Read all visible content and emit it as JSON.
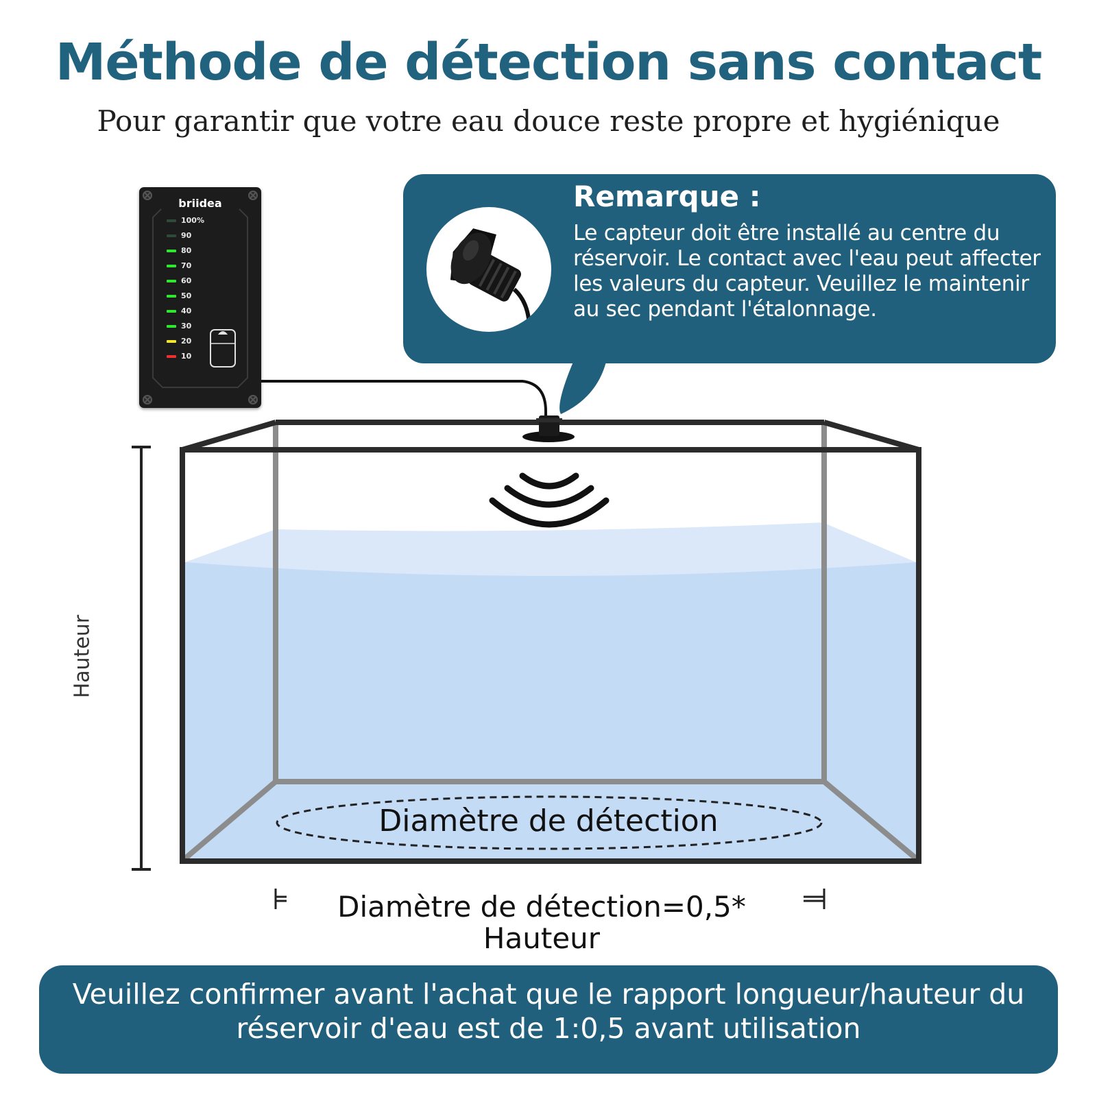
{
  "header": {
    "title": "Méthode de détection sans contact",
    "subtitle": "Pour garantir que votre eau douce reste propre et hygiénique"
  },
  "remark": {
    "title": "Remarque :",
    "text": "Le capteur doit être installé au centre du réservoir. Le contact avec l'eau peut affecter les valeurs du capteur. Veuillez le maintenir au sec pendant l'étalonnage."
  },
  "device": {
    "brand": "briidea",
    "levels": [
      {
        "label": "100%",
        "color": "#2f4a3a"
      },
      {
        "label": "90",
        "color": "#2f4a3a"
      },
      {
        "label": "80",
        "color": "#2ee82e"
      },
      {
        "label": "70",
        "color": "#2ee82e"
      },
      {
        "label": "60",
        "color": "#2ee82e"
      },
      {
        "label": "50",
        "color": "#2ee82e"
      },
      {
        "label": "40",
        "color": "#2ee82e"
      },
      {
        "label": "30",
        "color": "#2ee82e"
      },
      {
        "label": "20",
        "color": "#f2e52b"
      },
      {
        "label": "10",
        "color": "#f03030"
      }
    ]
  },
  "diagram": {
    "height_label": "Hauteur",
    "detection_diameter_label": "Diamètre de détection",
    "formula_line1": "Diamètre de détection=0,5*",
    "formula_line2": "Hauteur"
  },
  "banner": {
    "line1": "Veuillez confirmer avant l'achat que le rapport longueur/hauteur du",
    "line2": "réservoir d'eau est de 1:0,5 avant utilisation"
  },
  "colors": {
    "primary": "#21637f",
    "water": "#c4dbf6",
    "tank_frame": "#2b2b2b"
  }
}
